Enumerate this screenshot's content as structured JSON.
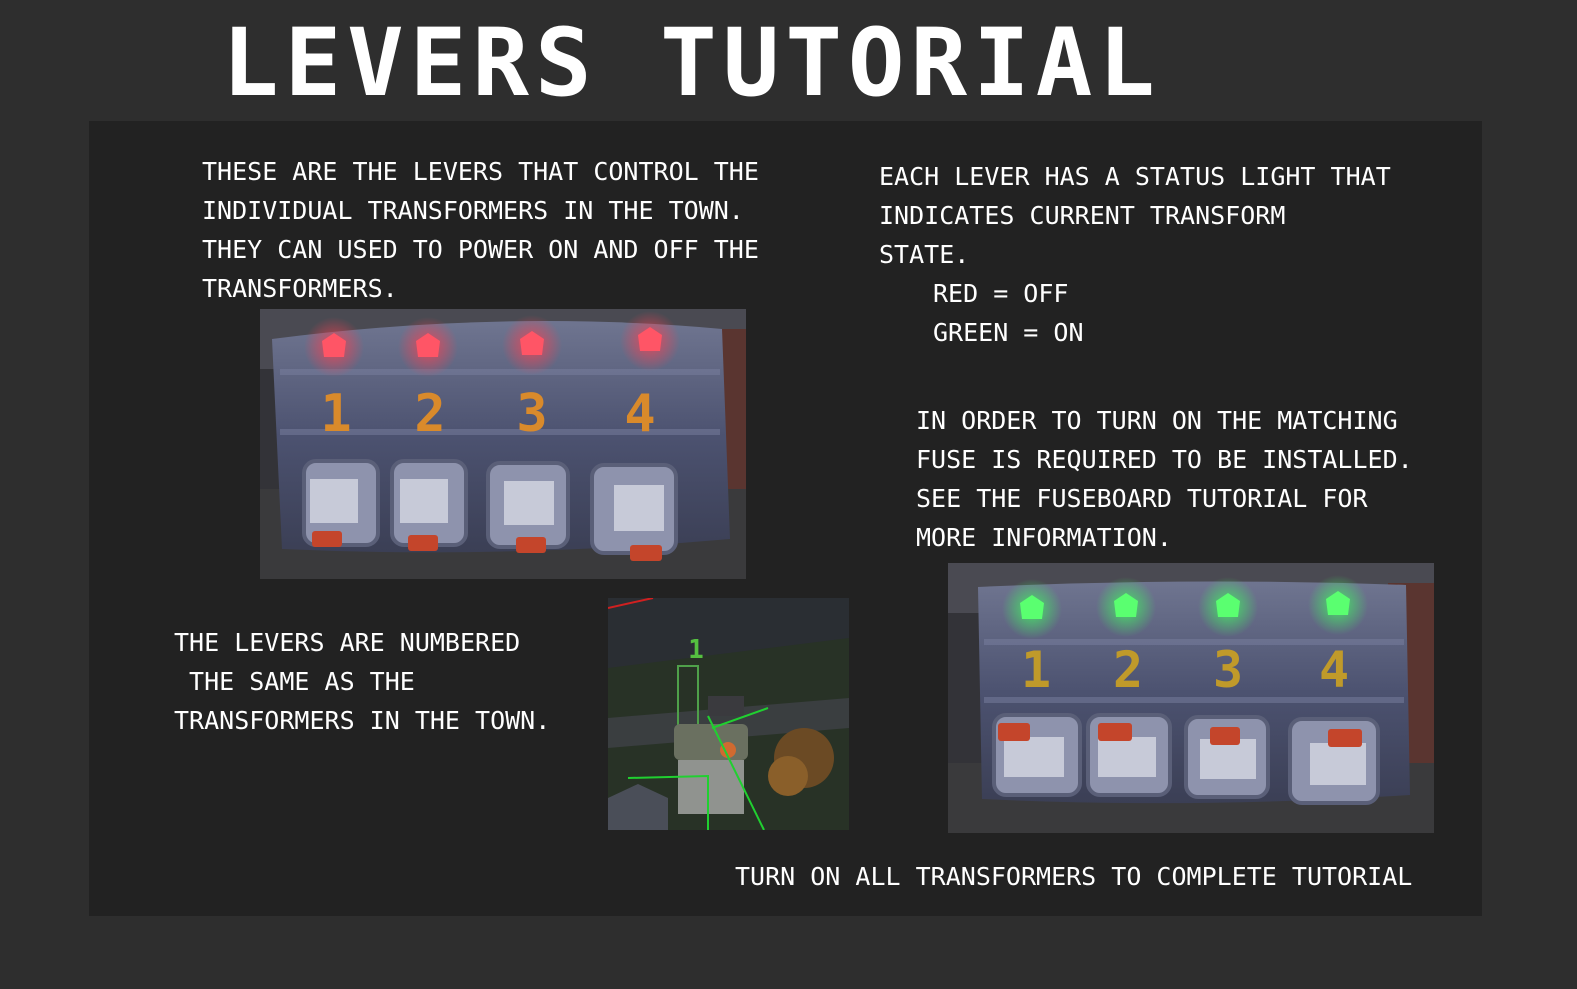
{
  "title": "LEVERS TUTORIAL",
  "paragraphs": {
    "intro": [
      "THESE ARE THE LEVERS THAT CONTROL THE",
      "INDIVIDUAL TRANSFORMERS IN THE TOWN.",
      "THEY CAN USED TO POWER ON AND OFF THE",
      "TRANSFORMERS."
    ],
    "status": [
      "EACH LEVER HAS A STATUS LIGHT THAT",
      "INDICATES CURRENT TRANSFORM",
      "STATE.",
      "RED = OFF",
      "GREEN = ON"
    ],
    "fuse": [
      "IN ORDER TO TURN ON THE MATCHING",
      "FUSE IS REQUIRED TO BE INSTALLED.",
      "SEE THE FUSEBOARD TUTORIAL FOR",
      "MORE INFORMATION."
    ],
    "numbered": [
      "THE LEVERS ARE NUMBERED",
      " THE SAME AS THE",
      "TRANSFORMERS IN THE TOWN."
    ],
    "goal": "TURN ON ALL TRANSFORMERS TO COMPLETE TUTORIAL"
  },
  "lever_panel_off": {
    "numbers": [
      "1",
      "2",
      "3",
      "4"
    ],
    "light_color": "#ff3b4e"
  },
  "lever_panel_on": {
    "numbers": [
      "1",
      "2",
      "3",
      "4"
    ],
    "light_color": "#46ff5e"
  },
  "town_view": {
    "marker": "1"
  },
  "colors": {
    "background": "#2e2e2e",
    "panel": "#222222",
    "text": "#ffffff",
    "number": "#d98a2b",
    "handle": "#c4452b"
  }
}
